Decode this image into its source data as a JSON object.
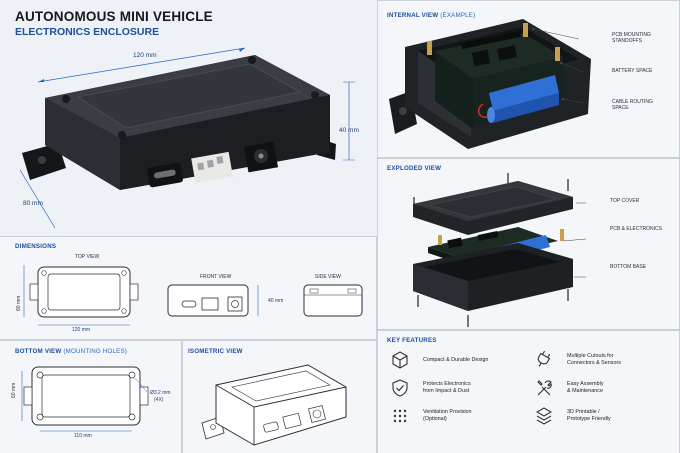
{
  "header": {
    "title": "AUTONOMOUS MINI VEHICLE",
    "subtitle": "ELECTRONICS ENCLOSURE"
  },
  "hero": {
    "dim_length": "120 mm",
    "dim_height": "40 mm",
    "dim_width": "80 mm"
  },
  "internal_view": {
    "title": "INTERNAL VIEW",
    "title_suffix": "(EXAMPLE)",
    "callouts": [
      "PCB MOUNTING STANDOFFS",
      "BATTERY SPACE",
      "CABLE ROUTING SPACE"
    ]
  },
  "exploded_view": {
    "title": "EXPLODED VIEW",
    "callouts": [
      "TOP COVER",
      "PCB & ELECTRONICS",
      "BOTTOM BASE"
    ]
  },
  "dimensions": {
    "title": "DIMENSIONS",
    "top_view_label": "TOP VIEW",
    "front_view_label": "FRONT VIEW",
    "side_view_label": "SIDE VIEW",
    "top_width": "120 mm",
    "top_height": "80 mm",
    "front_height": "40 mm"
  },
  "bottom_view": {
    "title": "BOTTOM VIEW",
    "title_suffix": "(MOUNTING HOLES)",
    "width": "110 mm",
    "height": "60 mm",
    "hole_note_1": "Ø3.2 mm",
    "hole_note_2": "(4X)"
  },
  "isometric_view": {
    "title": "ISOMETRIC VIEW"
  },
  "key_features": {
    "title": "KEY FEATURES",
    "items": [
      {
        "icon": "box-icon",
        "lines": [
          "Compact & Durable Design"
        ]
      },
      {
        "icon": "plug-icon",
        "lines": [
          "Multiple Cutouts for",
          "Connectors & Sensors"
        ]
      },
      {
        "icon": "shield-check-icon",
        "lines": [
          "Protects Electronics",
          "from Impact & Dust"
        ]
      },
      {
        "icon": "wrench-screwdriver-icon",
        "lines": [
          "Easy Assembly",
          "& Maintenance"
        ]
      },
      {
        "icon": "vent-grid-icon",
        "lines": [
          "Ventilation Provision",
          "(Optional)"
        ]
      },
      {
        "icon": "layers-icon",
        "lines": [
          "3D Printable /",
          "Prototype Friendly"
        ]
      }
    ]
  },
  "colors": {
    "accent_blue": "#1d4f9c",
    "battery_blue": "#2f6fd6",
    "pcb_dark": "#1e2a24",
    "enclosure": "#1c1e21",
    "standoff_gold": "#c8a24a"
  }
}
